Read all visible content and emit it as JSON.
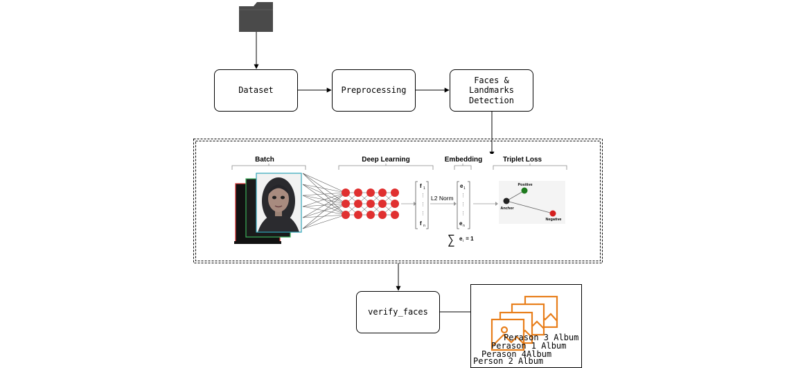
{
  "flow": {
    "dataset": "Dataset",
    "preprocessing": "Preprocessing",
    "faces_detection": "Faces &\nLandmarks\nDetection",
    "verify_faces": "verify_faces"
  },
  "model_figure": {
    "batch": "Batch",
    "deep_learning": "Deep Learning",
    "embedding": "Embedding",
    "triplet_loss": "Triplet Loss",
    "l2_norm": "L2 Norm",
    "f1": "f",
    "f1_sub": "1",
    "fn": "f",
    "fn_sub": "n",
    "e1": "e",
    "e1_sub": "1",
    "en": "e",
    "en_sub": "n",
    "sum_formula": "e",
    "sum_sub": "i",
    "sum_eq": " = 1",
    "positive": "Positive",
    "anchor": "Anchor",
    "negative": "Negative"
  },
  "albums": [
    "Perason 3 Album",
    "Perason 1 Album",
    "Perason 4Album",
    "Person 2 Album"
  ],
  "colors": {
    "folder": "#4a4a4a",
    "album_icon": "#e87e1a",
    "neuron": "#e03030",
    "positive_dot": "#1e7a1e",
    "anchor_dot": "#222222",
    "negative_dot": "#d42020",
    "frame_red": "#d43030",
    "frame_green": "#3bb05a",
    "frame_teal": "#2ea4b8"
  }
}
